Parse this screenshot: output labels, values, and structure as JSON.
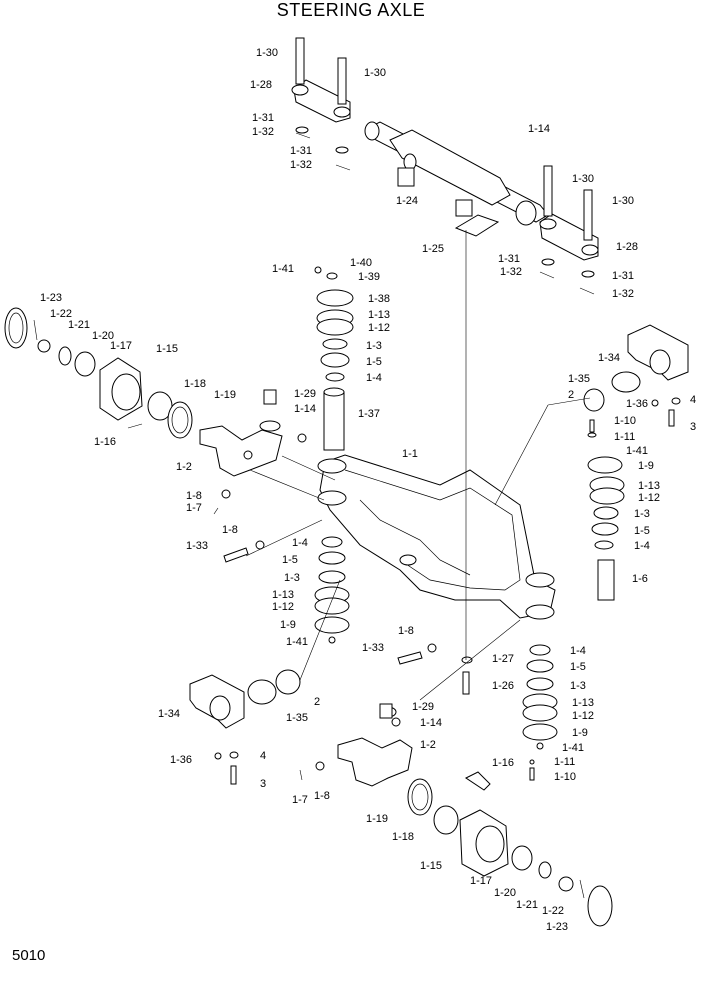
{
  "title": "STEERING AXLE",
  "page_number": "5010",
  "labels": [
    {
      "id": "l1",
      "text": "1-30"
    },
    {
      "id": "l2",
      "text": "1-30"
    },
    {
      "id": "l3",
      "text": "1-28"
    },
    {
      "id": "l4",
      "text": "1-31"
    },
    {
      "id": "l5",
      "text": "1-32"
    },
    {
      "id": "l6",
      "text": "1-31"
    },
    {
      "id": "l7",
      "text": "1-32"
    },
    {
      "id": "l8",
      "text": "1-14"
    },
    {
      "id": "l9",
      "text": "1-30"
    },
    {
      "id": "l10",
      "text": "1-30"
    },
    {
      "id": "l11",
      "text": "1-24"
    },
    {
      "id": "l12",
      "text": "1-25"
    },
    {
      "id": "l13",
      "text": "1-28"
    },
    {
      "id": "l14",
      "text": "1-31"
    },
    {
      "id": "l15",
      "text": "1-31"
    },
    {
      "id": "l16",
      "text": "1-32"
    },
    {
      "id": "l17",
      "text": "1-32"
    },
    {
      "id": "l18",
      "text": "1-41"
    },
    {
      "id": "l19",
      "text": "1-40"
    },
    {
      "id": "l20",
      "text": "1-39"
    },
    {
      "id": "l21",
      "text": "1-38"
    },
    {
      "id": "l22",
      "text": "1-13"
    },
    {
      "id": "l23",
      "text": "1-12"
    },
    {
      "id": "l24",
      "text": "1-3"
    },
    {
      "id": "l25",
      "text": "1-5"
    },
    {
      "id": "l26",
      "text": "1-4"
    },
    {
      "id": "l27",
      "text": "1-23"
    },
    {
      "id": "l28",
      "text": "1-22"
    },
    {
      "id": "l29",
      "text": "1-21"
    },
    {
      "id": "l30",
      "text": "1-20"
    },
    {
      "id": "l31",
      "text": "1-17"
    },
    {
      "id": "l32",
      "text": "1-15"
    },
    {
      "id": "l33",
      "text": "1-18"
    },
    {
      "id": "l34",
      "text": "1-19"
    },
    {
      "id": "l35",
      "text": "1-16"
    },
    {
      "id": "l36",
      "text": "1-29"
    },
    {
      "id": "l37",
      "text": "1-14"
    },
    {
      "id": "l38",
      "text": "1-37"
    },
    {
      "id": "l39",
      "text": "1-2"
    },
    {
      "id": "l40",
      "text": "1-8"
    },
    {
      "id": "l41",
      "text": "1-7"
    },
    {
      "id": "l42",
      "text": "1-1"
    },
    {
      "id": "l43",
      "text": "1-34"
    },
    {
      "id": "l44",
      "text": "1-35"
    },
    {
      "id": "l45",
      "text": "2"
    },
    {
      "id": "l46",
      "text": "1-36"
    },
    {
      "id": "l47",
      "text": "4"
    },
    {
      "id": "l48",
      "text": "3"
    },
    {
      "id": "l49",
      "text": "1-10"
    },
    {
      "id": "l50",
      "text": "1-11"
    },
    {
      "id": "l51",
      "text": "1-41"
    },
    {
      "id": "l52",
      "text": "1-9"
    },
    {
      "id": "l53",
      "text": "1-13"
    },
    {
      "id": "l54",
      "text": "1-12"
    },
    {
      "id": "l55",
      "text": "1-3"
    },
    {
      "id": "l56",
      "text": "1-5"
    },
    {
      "id": "l57",
      "text": "1-4"
    },
    {
      "id": "l58",
      "text": "1-6"
    },
    {
      "id": "l59",
      "text": "1-8"
    },
    {
      "id": "l60",
      "text": "1-33"
    },
    {
      "id": "l61",
      "text": "1-4"
    },
    {
      "id": "l62",
      "text": "1-5"
    },
    {
      "id": "l63",
      "text": "1-3"
    },
    {
      "id": "l64",
      "text": "1-13"
    },
    {
      "id": "l65",
      "text": "1-12"
    },
    {
      "id": "l66",
      "text": "1-9"
    },
    {
      "id": "l67",
      "text": "1-41"
    },
    {
      "id": "l68",
      "text": "1-8"
    },
    {
      "id": "l69",
      "text": "1-33"
    },
    {
      "id": "l70",
      "text": "1-27"
    },
    {
      "id": "l71",
      "text": "1-26"
    },
    {
      "id": "l72",
      "text": "1-4"
    },
    {
      "id": "l73",
      "text": "1-5"
    },
    {
      "id": "l74",
      "text": "1-3"
    },
    {
      "id": "l75",
      "text": "1-13"
    },
    {
      "id": "l76",
      "text": "1-12"
    },
    {
      "id": "l77",
      "text": "1-9"
    },
    {
      "id": "l78",
      "text": "1-41"
    },
    {
      "id": "l79",
      "text": "1-11"
    },
    {
      "id": "l80",
      "text": "1-10"
    },
    {
      "id": "l81",
      "text": "2"
    },
    {
      "id": "l82",
      "text": "1-35"
    },
    {
      "id": "l83",
      "text": "1-34"
    },
    {
      "id": "l84",
      "text": "1-36"
    },
    {
      "id": "l85",
      "text": "4"
    },
    {
      "id": "l86",
      "text": "3"
    },
    {
      "id": "l87",
      "text": "1-29"
    },
    {
      "id": "l88",
      "text": "1-14"
    },
    {
      "id": "l89",
      "text": "1-2"
    },
    {
      "id": "l90",
      "text": "1-7"
    },
    {
      "id": "l91",
      "text": "1-8"
    },
    {
      "id": "l92",
      "text": "1-16"
    },
    {
      "id": "l93",
      "text": "1-19"
    },
    {
      "id": "l94",
      "text": "1-18"
    },
    {
      "id": "l95",
      "text": "1-15"
    },
    {
      "id": "l96",
      "text": "1-17"
    },
    {
      "id": "l97",
      "text": "1-20"
    },
    {
      "id": "l98",
      "text": "1-21"
    },
    {
      "id": "l99",
      "text": "1-22"
    },
    {
      "id": "l100",
      "text": "1-23"
    }
  ]
}
